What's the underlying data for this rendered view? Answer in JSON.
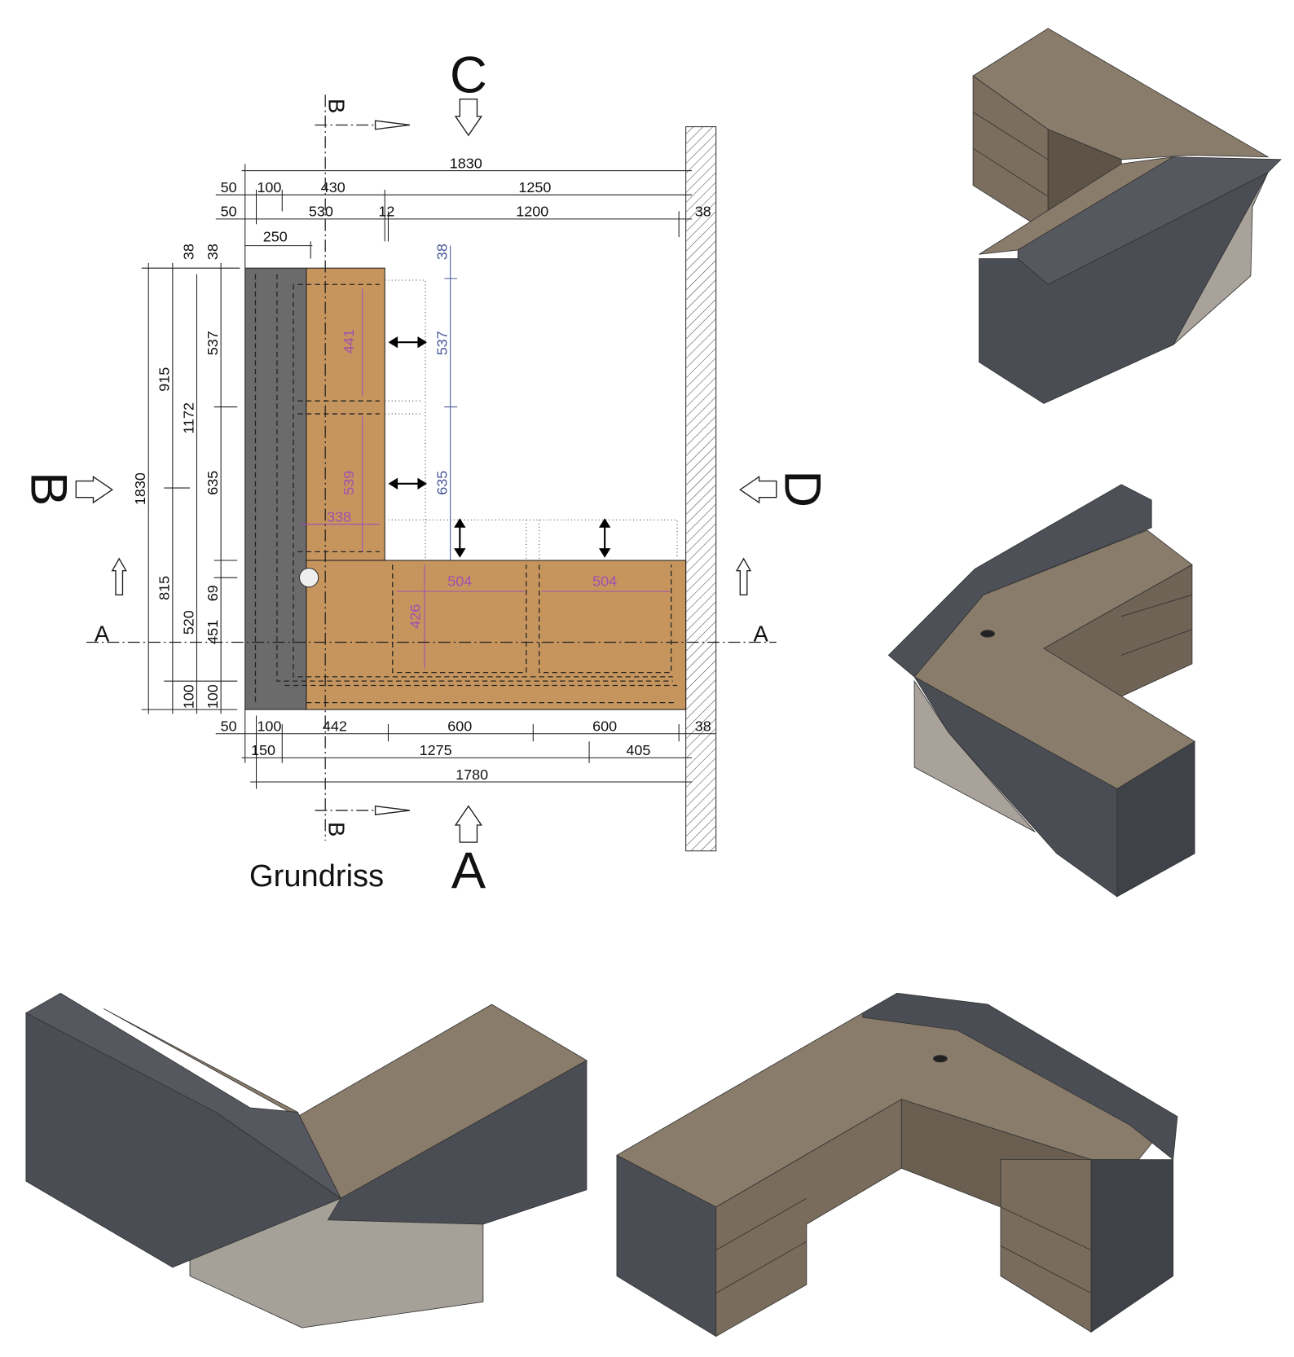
{
  "plan": {
    "title": "Grundriss",
    "view_labels": {
      "a_bottom": "A",
      "c_top": "C",
      "b_left": "B",
      "d_right": "D"
    },
    "section_labels": {
      "a_left": "A",
      "a_right": "A",
      "b_top": "B",
      "b_bottom": "B"
    },
    "dims_top": {
      "overall": "1830",
      "r2_a": "50",
      "r2_b": "100",
      "r2_c": "430",
      "r2_d": "1250",
      "r3_a": "50",
      "r3_b": "530",
      "r3_c": "12",
      "r3_d": "1200",
      "r3_e": "38",
      "r4_a": "250"
    },
    "dims_left": {
      "a": "38",
      "b": "38",
      "c": "915",
      "d": "1172",
      "e": "1830",
      "f": "537",
      "g": "635",
      "h": "815",
      "i": "520",
      "j": "69",
      "k": "451",
      "l": "100",
      "m": "100"
    },
    "dims_bottom": {
      "r1_a": "50",
      "r1_b": "100",
      "r1_c": "442",
      "r1_d": "600",
      "r1_e": "600",
      "r1_f": "38",
      "r2_a": "150",
      "r2_b": "1275",
      "r2_c": "405",
      "r3_a": "1780"
    },
    "dims_inner_blue": {
      "a": "38",
      "b": "537",
      "c": "635"
    },
    "dims_inner_magenta": {
      "a": "441",
      "b": "539",
      "c": "338",
      "d": "504",
      "e": "504",
      "f": "426"
    }
  },
  "colors": {
    "wood": "#c6955e",
    "dark_panel": "#6b6b6b",
    "concrete": "#4a4d54",
    "top_surface": "#8a7c6b",
    "drawer": "#7a6c5c",
    "magenta_dim": "#a24fb0",
    "blue_dim": "#4a5a9a"
  }
}
